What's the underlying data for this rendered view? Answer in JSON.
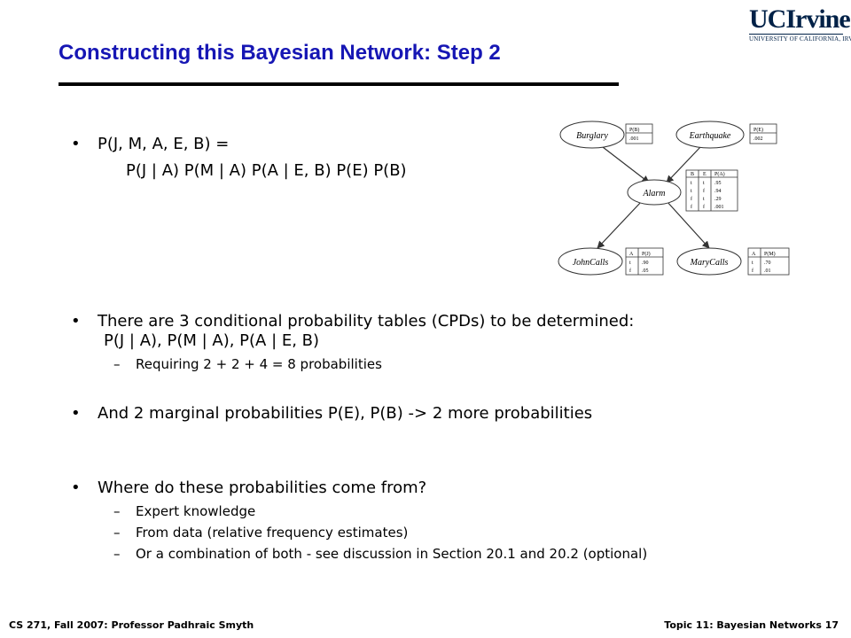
{
  "logo": {
    "main": "UCIrvine",
    "sub": "UNIVERSITY OF CALIFORNIA, IRVINE"
  },
  "title": "Constructing this Bayesian Network: Step 2",
  "bullets": {
    "b1_line1": "P(J, M, A, E, B) =",
    "b1_line2": "P(J | A)  P(M | A)  P(A | E, B)  P(E)  P(B)",
    "b2_line1": "There are 3 conditional probability tables (CPDs) to be determined:",
    "b2_line2": "P(J | A),  P(M | A),  P(A | E, B)",
    "b2_sub1": "Requiring 2 + 2 + 4 = 8 probabilities",
    "b3": "And 2 marginal probabilities P(E),  P(B) -> 2 more probabilities",
    "b4": "Where do  these probabilities come from?",
    "b4_sub1": "Expert knowledge",
    "b4_sub2": "From data (relative frequency estimates)",
    "b4_sub3": "Or a combination of both - see discussion in Section 20.1 and 20.2 (optional)"
  },
  "diagram": {
    "nodes": {
      "burglary": "Burglary",
      "earthquake": "Earthquake",
      "alarm": "Alarm",
      "johncalls": "JohnCalls",
      "marycalls": "MaryCalls"
    },
    "cpt_b": {
      "header": "P(B)",
      "value": ".001"
    },
    "cpt_e": {
      "header": "P(E)",
      "value": ".002"
    },
    "cpt_a": {
      "headers": [
        "B",
        "E",
        "P(A)"
      ],
      "rows": [
        [
          "t",
          "t",
          ".95"
        ],
        [
          "t",
          "f",
          ".94"
        ],
        [
          "f",
          "t",
          ".29"
        ],
        [
          "f",
          "f",
          ".001"
        ]
      ]
    },
    "cpt_j": {
      "headers": [
        "A",
        "P(J)"
      ],
      "rows": [
        [
          "t",
          ".90"
        ],
        [
          "f",
          ".05"
        ]
      ]
    },
    "cpt_m": {
      "headers": [
        "A",
        "P(M)"
      ],
      "rows": [
        [
          "t",
          ".70"
        ],
        [
          "f",
          ".01"
        ]
      ]
    }
  },
  "footer": {
    "left": "CS 271, Fall 2007: Professor Padhraic Smyth",
    "right": "Topic 11: Bayesian Networks 17"
  },
  "colors": {
    "title": "#1616b4",
    "logo": "#002147"
  }
}
